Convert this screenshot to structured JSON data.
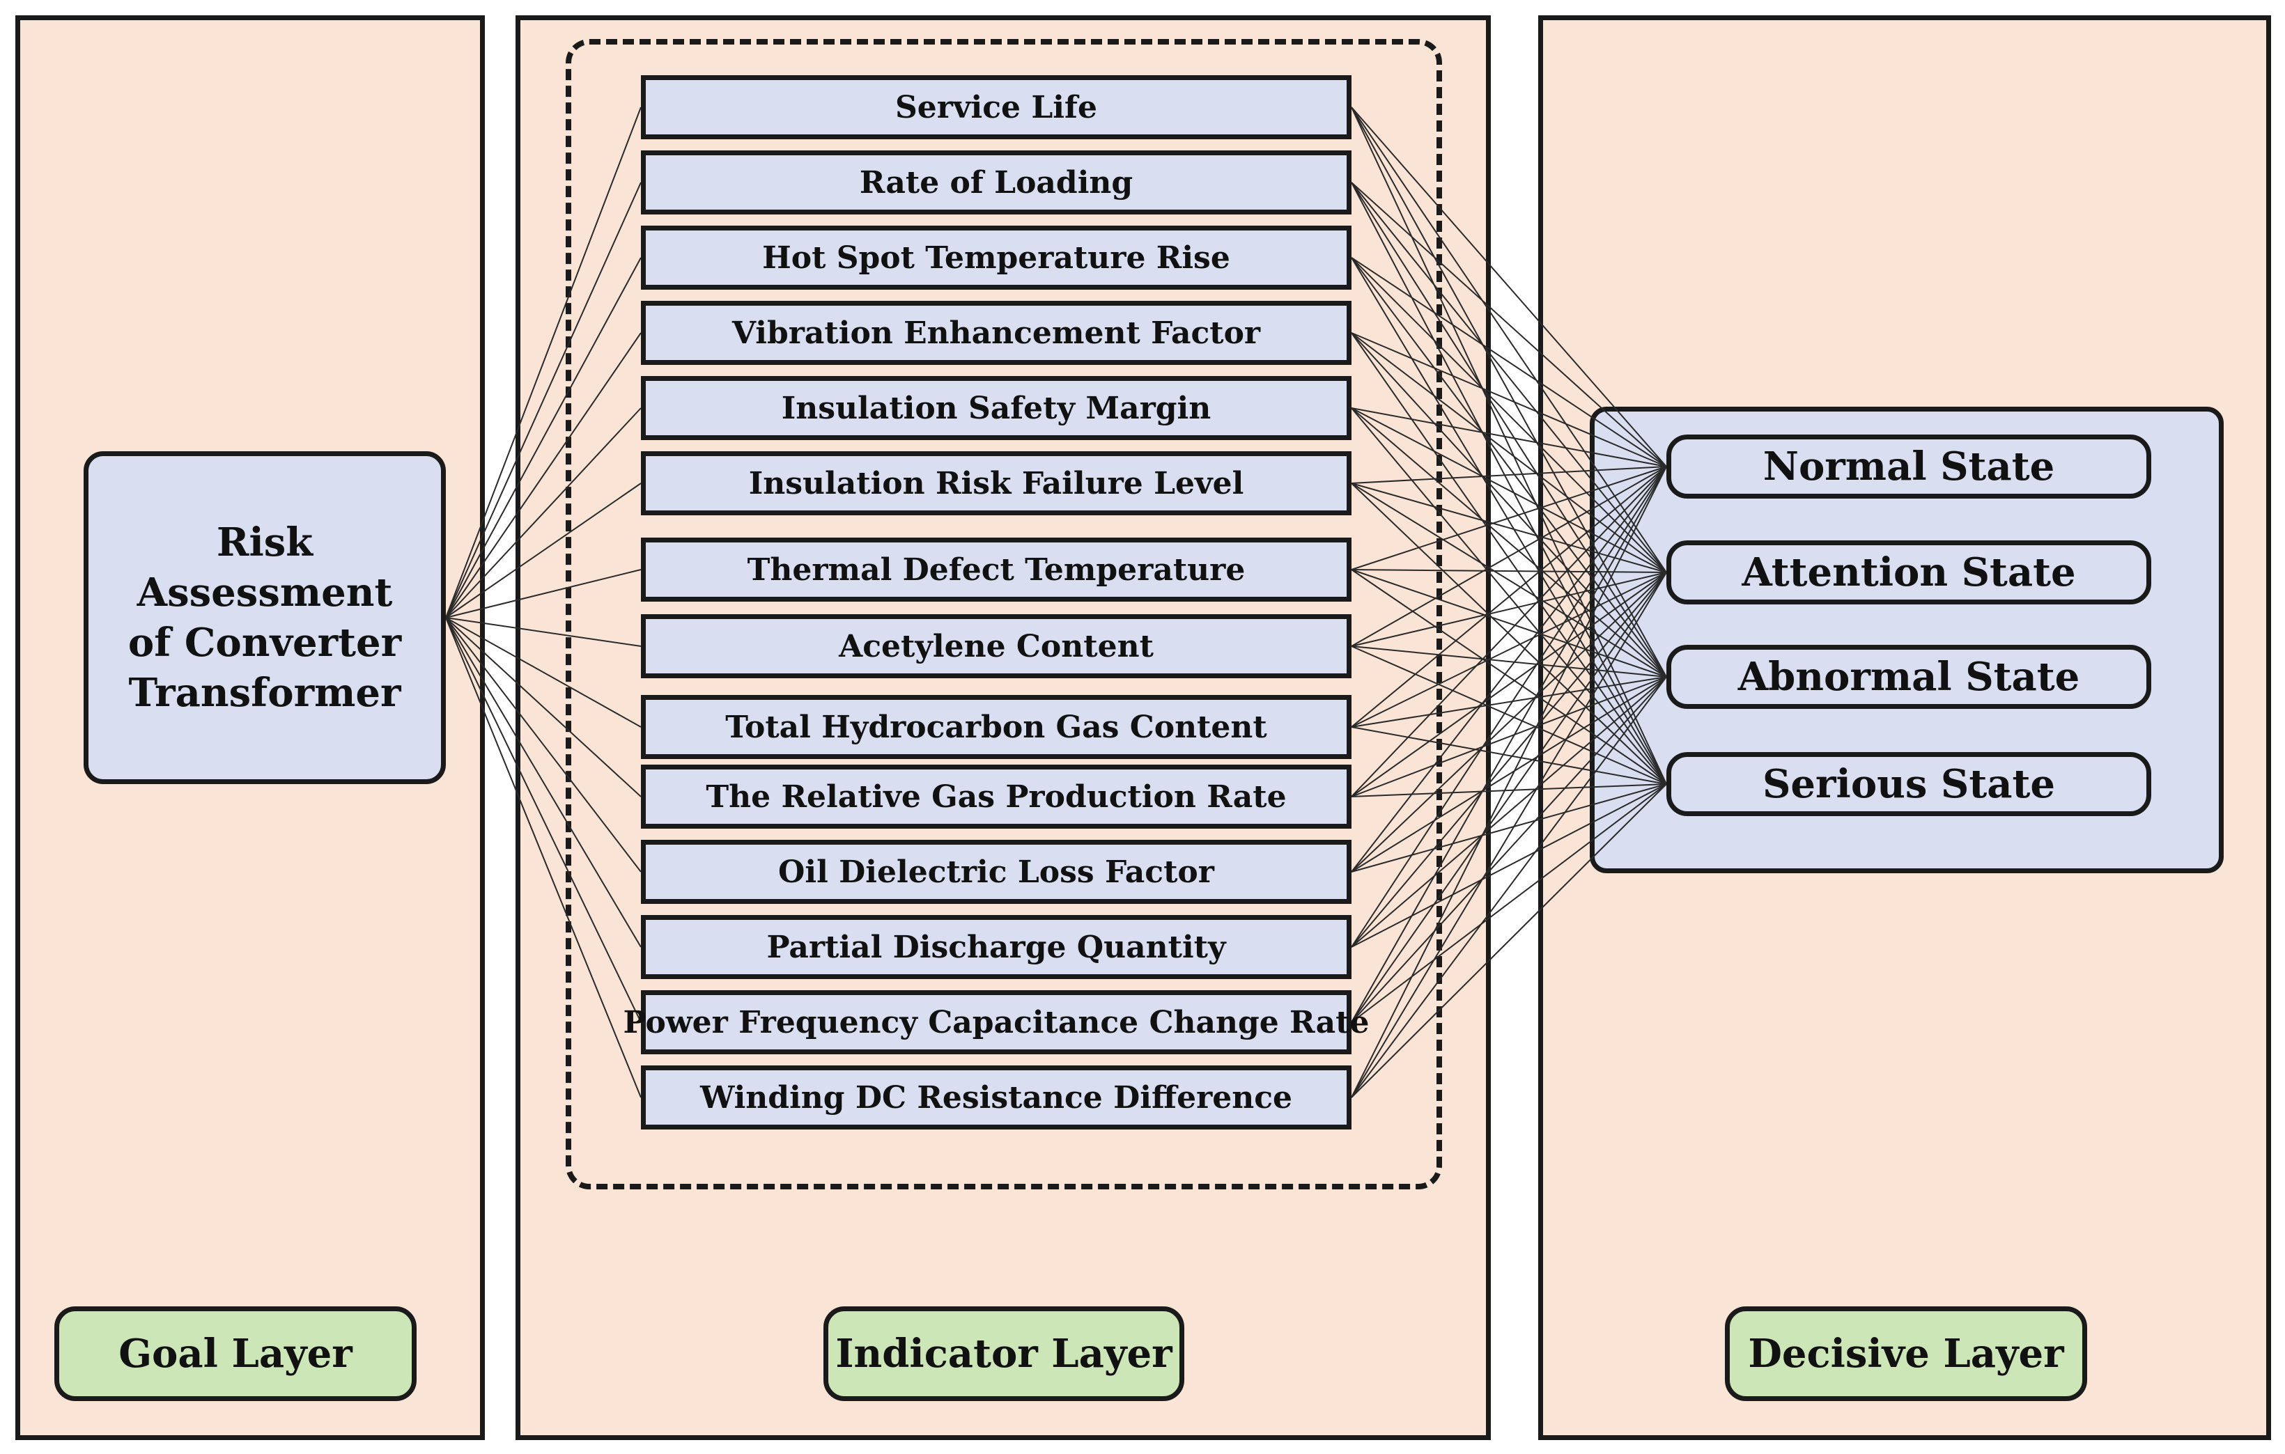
{
  "goal": {
    "title": "Risk Assessment of Converter Transformer"
  },
  "indicators": [
    "Service Life",
    "Rate of Loading",
    "Hot Spot Temperature Rise",
    "Vibration Enhancement Factor",
    "Insulation Safety Margin",
    "Insulation Risk Failure Level",
    "Thermal Defect Temperature",
    "Acetylene Content",
    "Total Hydrocarbon Gas Content",
    "The Relative Gas Production Rate",
    "Oil Dielectric Loss Factor",
    "Partial Discharge Quantity",
    "Power Frequency Capacitance Change Rate",
    "Winding DC Resistance Difference"
  ],
  "states": [
    "Normal State",
    "Attention State",
    "Abnormal State",
    "Serious State"
  ],
  "layers": {
    "goal": "Goal Layer",
    "indicator": "Indicator Layer",
    "decisive": "Decisive Layer"
  },
  "colors": {
    "panel_background": "#f9e4d6",
    "box_fill": "#d9dff0",
    "label_fill": "#cde6b8",
    "outline": "#1a1a1a"
  }
}
